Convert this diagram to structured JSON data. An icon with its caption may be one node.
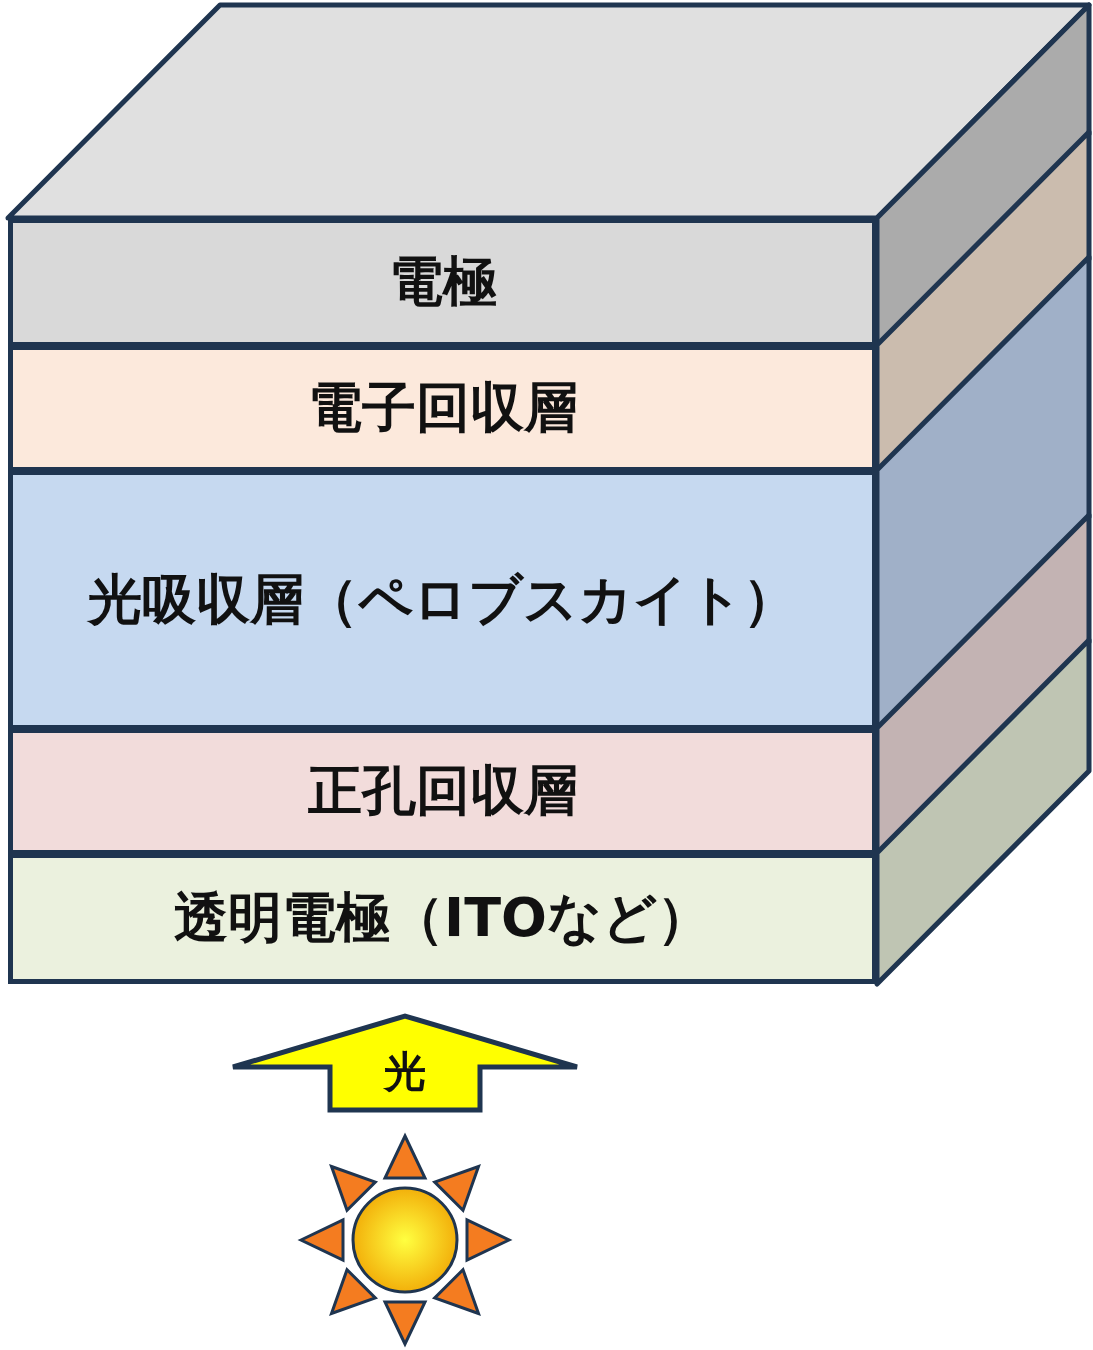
{
  "diagram": {
    "nodes": [
      {
        "text": [
          "電極"
        ]
      },
      {
        "text": [
          "電子回収層"
        ]
      },
      {
        "text": [
          "光吸収層（ペロブスカイト）"
        ]
      },
      {
        "text": [
          "正孔回収層"
        ]
      },
      {
        "text": [
          "透明電極（ITOなど）"
        ]
      },
      {
        "text": [
          "光"
        ]
      }
    ]
  }
}
